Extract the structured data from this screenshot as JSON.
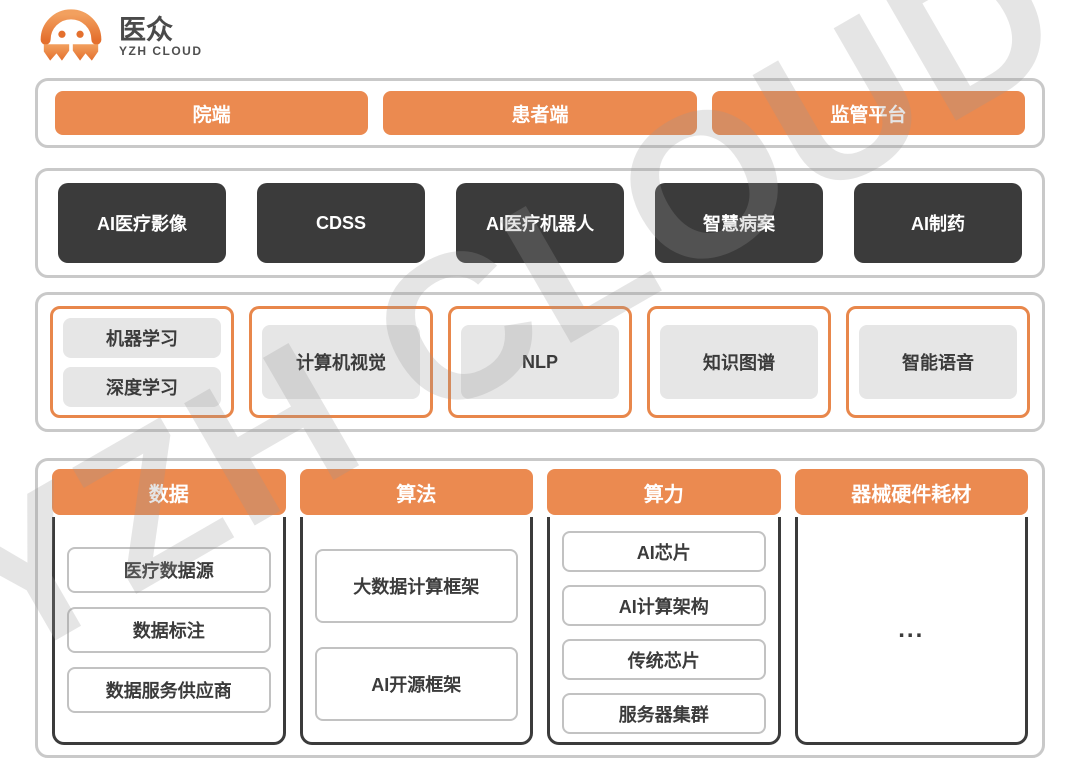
{
  "logo": {
    "name": "医众",
    "subname": "YZH CLOUD"
  },
  "watermark": "YZH CLOUD",
  "colors": {
    "orange": "#eb8a50",
    "orange_border": "#e8874b",
    "dark": "#3b3b3b",
    "panel_border": "#c9c9c9",
    "pill_gray": "#e6e6e6"
  },
  "clients": {
    "items": [
      {
        "label": "院端"
      },
      {
        "label": "患者端"
      },
      {
        "label": "监管平台"
      }
    ]
  },
  "applications": {
    "items": [
      {
        "label": "AI医疗影像"
      },
      {
        "label": "CDSS"
      },
      {
        "label": "AI医疗机器人"
      },
      {
        "label": "智慧病案"
      },
      {
        "label": "AI制药"
      }
    ]
  },
  "technologies": {
    "groups": [
      {
        "items": [
          "机器学习",
          "深度学习"
        ]
      },
      {
        "items": [
          "计算机视觉"
        ]
      },
      {
        "items": [
          "NLP"
        ]
      },
      {
        "items": [
          "知识图谱"
        ]
      },
      {
        "items": [
          "智能语音"
        ]
      }
    ]
  },
  "infrastructure": {
    "columns": [
      {
        "title": "数据",
        "items": [
          "医疗数据源",
          "数据标注",
          "数据服务供应商"
        ]
      },
      {
        "title": "算法",
        "items": [
          "大数据计算框架",
          "AI开源框架"
        ]
      },
      {
        "title": "算力",
        "items": [
          "AI芯片",
          "AI计算架构",
          "传统芯片",
          "服务器集群"
        ]
      },
      {
        "title": "器械硬件耗材",
        "items": [
          "..."
        ]
      }
    ]
  }
}
